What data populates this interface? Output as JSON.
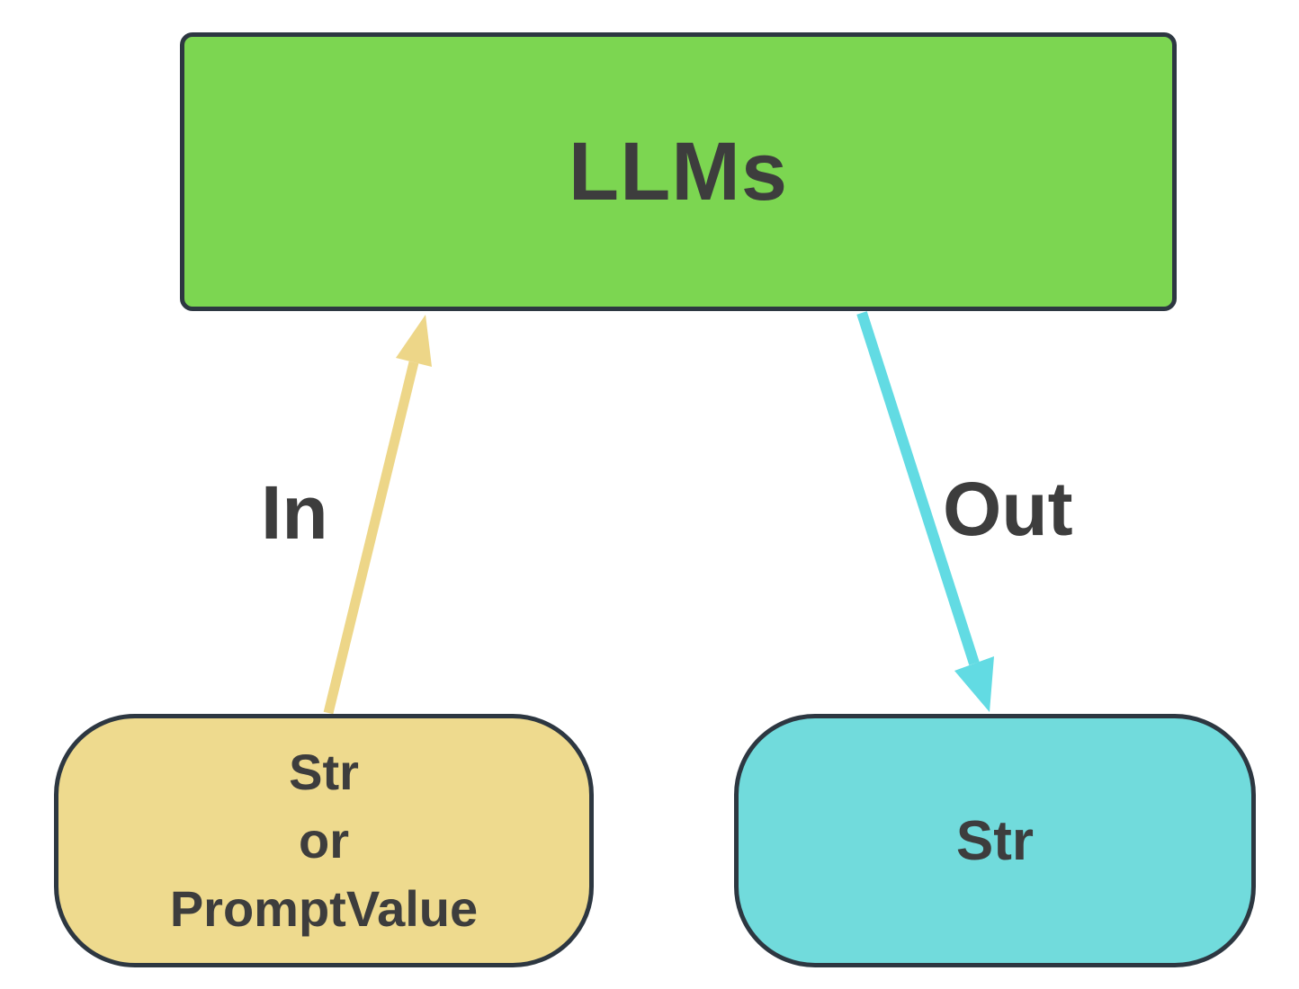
{
  "nodes": {
    "llms": {
      "label": "LLMs"
    },
    "input": {
      "lines": [
        "Str",
        "or",
        "PromptValue"
      ]
    },
    "output": {
      "label": "Str"
    }
  },
  "edges": {
    "in": {
      "label": "In"
    },
    "out": {
      "label": "Out"
    }
  },
  "colors": {
    "llms_fill": "#7cd651",
    "input_fill": "#eeda8e",
    "output_fill": "#71dbdc",
    "arrow_in": "#edd688",
    "arrow_out": "#62dbe3",
    "border": "#2d3741",
    "text": "#3d3d3d",
    "background": "#ffffff"
  }
}
